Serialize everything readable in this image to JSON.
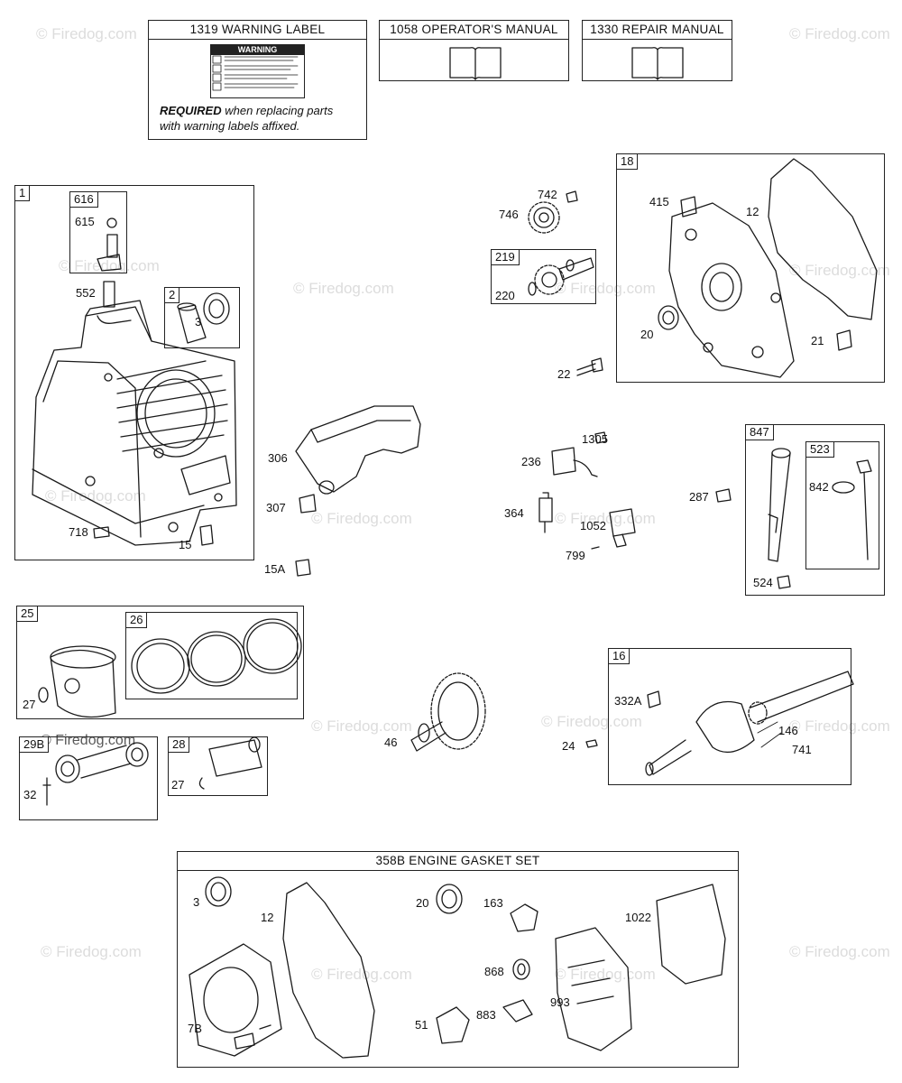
{
  "watermark": "© Firedog.com",
  "header_boxes": {
    "warning_label": {
      "title": "1319 WARNING LABEL",
      "sticker_heading": "WARNING",
      "required_bold": "REQUIRED",
      "required_rest": " when replacing parts",
      "required_line2": "with warning labels affixed."
    },
    "operators_manual": {
      "title": "1058 OPERATOR'S MANUAL"
    },
    "repair_manual": {
      "title": "1330 REPAIR MANUAL"
    }
  },
  "kits": {
    "k1": "1",
    "k616": "616",
    "k2": "2",
    "k18": "18",
    "k219": "219",
    "k847": "847",
    "k523": "523",
    "k25": "25",
    "k26": "26",
    "k29b": "29B",
    "k28": "28",
    "k16": "16"
  },
  "gasket_set": {
    "title": "358B ENGINE GASKET SET"
  },
  "callouts": {
    "c615": "615",
    "c552": "552",
    "c3": "3",
    "c718": "718",
    "c15": "15",
    "c306": "306",
    "c307": "307",
    "c15a": "15A",
    "c742": "742",
    "c746": "746",
    "c220": "220",
    "c22": "22",
    "c415": "415",
    "c12": "12",
    "c20": "20",
    "c21": "21",
    "c1305": "1305",
    "c236": "236",
    "c364": "364",
    "c1052": "1052",
    "c799": "799",
    "c287": "287",
    "c842": "842",
    "c524": "524",
    "c27a": "27",
    "c46": "46",
    "c24": "24",
    "c332a": "332A",
    "c146": "146",
    "c741": "741",
    "c32": "32",
    "c27b": "27",
    "g3": "3",
    "g12": "12",
    "g20": "20",
    "g163": "163",
    "g1022": "1022",
    "g868": "868",
    "g993": "993",
    "g7b": "7B",
    "g51": "51",
    "g883": "883"
  }
}
